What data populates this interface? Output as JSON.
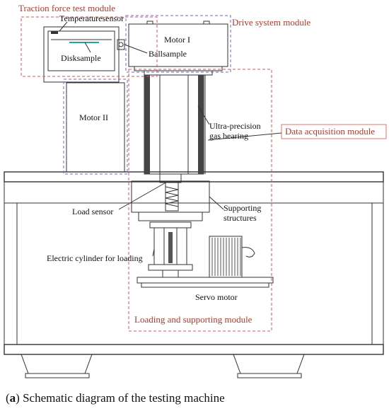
{
  "modules": {
    "traction": "Traction force test module",
    "drive": "Drive system module",
    "data_acq": "Data acquisition module",
    "loading": "Loading and supporting module"
  },
  "labels": {
    "temperature_sensor": "Temperaturesensor",
    "disk_sample": "Disksample",
    "ball_sample": "Ballsample",
    "motor_1": "Motor I",
    "motor_2": "Motor II",
    "gas_bearing_1": "Ultra-precision",
    "gas_bearing_2": "gas bearing",
    "load_sensor": "Load sensor",
    "supporting_1": "Supporting",
    "supporting_2": "structures",
    "electric_cylinder": "Electric cylinder for loading",
    "servo_motor": "Servo motor"
  },
  "caption": {
    "prefix": "(",
    "letter": "a",
    "suffix": ") Schematic diagram of the testing machine"
  },
  "colors": {
    "module_red": "#d9534f",
    "module_blue": "#6a6ad8",
    "module_text": "#b03a2e"
  }
}
